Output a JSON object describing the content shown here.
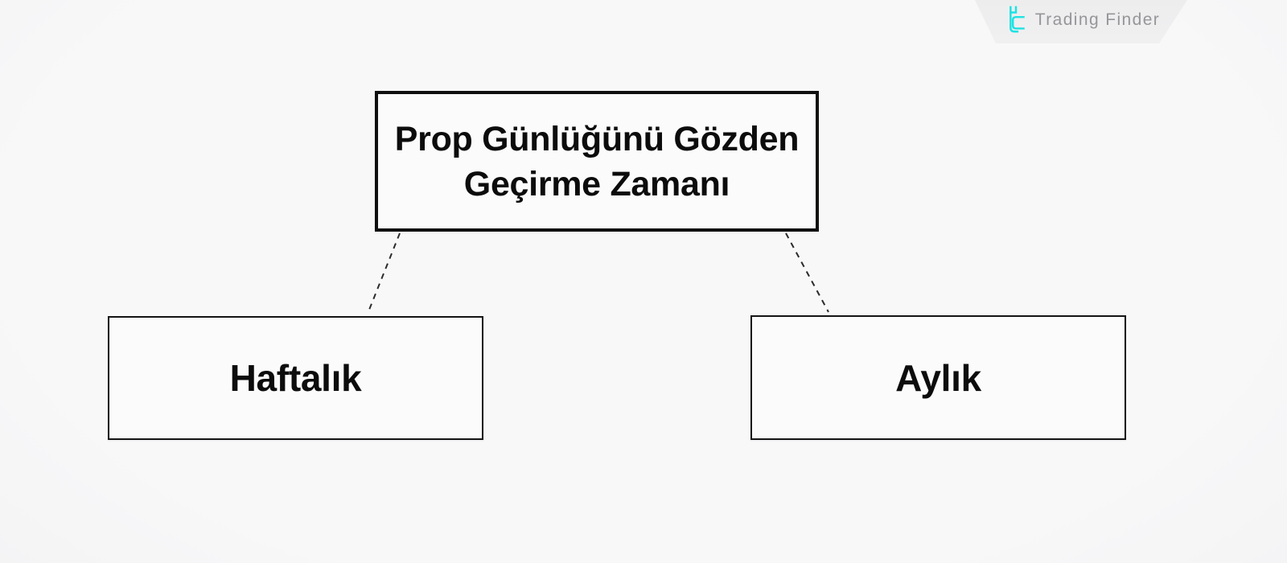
{
  "brand": {
    "name": "Trading Finder",
    "icon": "trading-finder-logo-icon",
    "icon_color": "#1de2e3",
    "text_color": "#96969a",
    "banner_fill": "#ededee"
  },
  "diagram": {
    "root": {
      "label": "Prop Günlüğünü Gözden Geçirme Zamanı",
      "label_line1": "Prop Günlüğünü Gözden",
      "label_line2": "Geçirme Zamanı"
    },
    "children": [
      {
        "id": "weekly",
        "label": "Haftalık"
      },
      {
        "id": "monthly",
        "label": "Aylık"
      }
    ],
    "colors": {
      "node_border": "#101010",
      "node_fill": "#fbfbfc",
      "text": "#0c0c0c",
      "connector": "#2b2b2b",
      "background": "#f5f5f6"
    }
  }
}
